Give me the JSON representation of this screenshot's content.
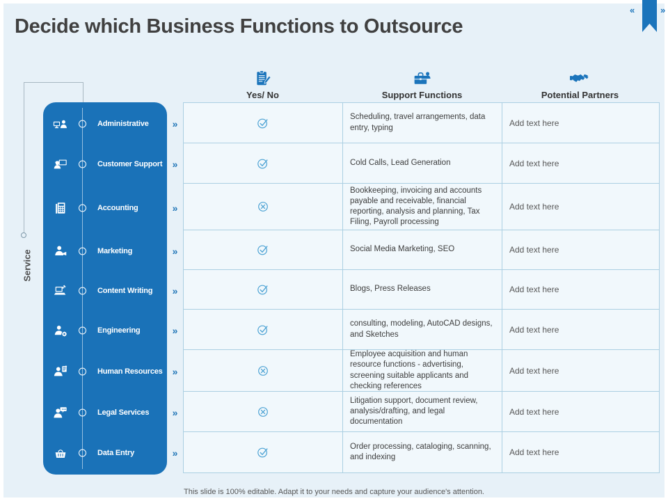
{
  "slide": {
    "title": "Decide which Business Functions to Outsource",
    "service_label": "Service",
    "footer": "This slide is 100% editable. Adapt it to your needs and capture your audience's attention.",
    "row_chevron": "»",
    "nav": {
      "prev_label": "«",
      "next_label": "»"
    }
  },
  "columns": [
    {
      "label": "Yes/ No",
      "icon": "clipboard-pencil-icon"
    },
    {
      "label": "Support Functions",
      "icon": "briefcase-user-icon"
    },
    {
      "label": "Potential Partners",
      "icon": "handshake-icon"
    }
  ],
  "rows": [
    {
      "category": "Administrative",
      "icon": "administrative-icon",
      "yes_no": "yes",
      "support_functions": "Scheduling, travel arrangements, data entry, typing",
      "potential_partners": "Add text here"
    },
    {
      "category": "Customer Support",
      "icon": "customer-support-icon",
      "yes_no": "yes",
      "support_functions": "Cold Calls, Lead Generation",
      "potential_partners": "Add text here"
    },
    {
      "category": "Accounting",
      "icon": "accounting-icon",
      "yes_no": "no",
      "support_functions": "Bookkeeping, invoicing and accounts payable and receivable, financial reporting, analysis and planning, Tax Filing, Payroll processing",
      "potential_partners": "Add text here"
    },
    {
      "category": "Marketing",
      "icon": "marketing-icon",
      "yes_no": "yes",
      "support_functions": "Social Media Marketing, SEO",
      "potential_partners": "Add text here"
    },
    {
      "category": "Content Writing",
      "icon": "content-writing-icon",
      "yes_no": "yes",
      "support_functions": "Blogs, Press Releases",
      "potential_partners": "Add text here"
    },
    {
      "category": "Engineering",
      "icon": "engineering-icon",
      "yes_no": "yes",
      "support_functions": "consulting, modeling, AutoCAD designs, and Sketches",
      "potential_partners": "Add text here"
    },
    {
      "category": "Human Resources",
      "icon": "human-resources-icon",
      "yes_no": "no",
      "support_functions": "Employee acquisition and human resource functions - advertising, screening suitable applicants and checking references",
      "potential_partners": "Add text here"
    },
    {
      "category": "Legal Services",
      "icon": "legal-services-icon",
      "yes_no": "no",
      "support_functions": "Litigation support, document review, analysis/drafting, and legal documentation",
      "potential_partners": "Add text here"
    },
    {
      "category": "Data Entry",
      "icon": "data-entry-icon",
      "yes_no": "yes",
      "support_functions": "Order processing, cataloging, scanning, and indexing",
      "potential_partners": "Add text here"
    }
  ],
  "colors": {
    "panel_blue": "#1a72b8",
    "accent_blue": "#1b74bb",
    "mark_blue": "#4aa1d3",
    "background": "#e7f1f8",
    "title_gray": "#404040"
  }
}
